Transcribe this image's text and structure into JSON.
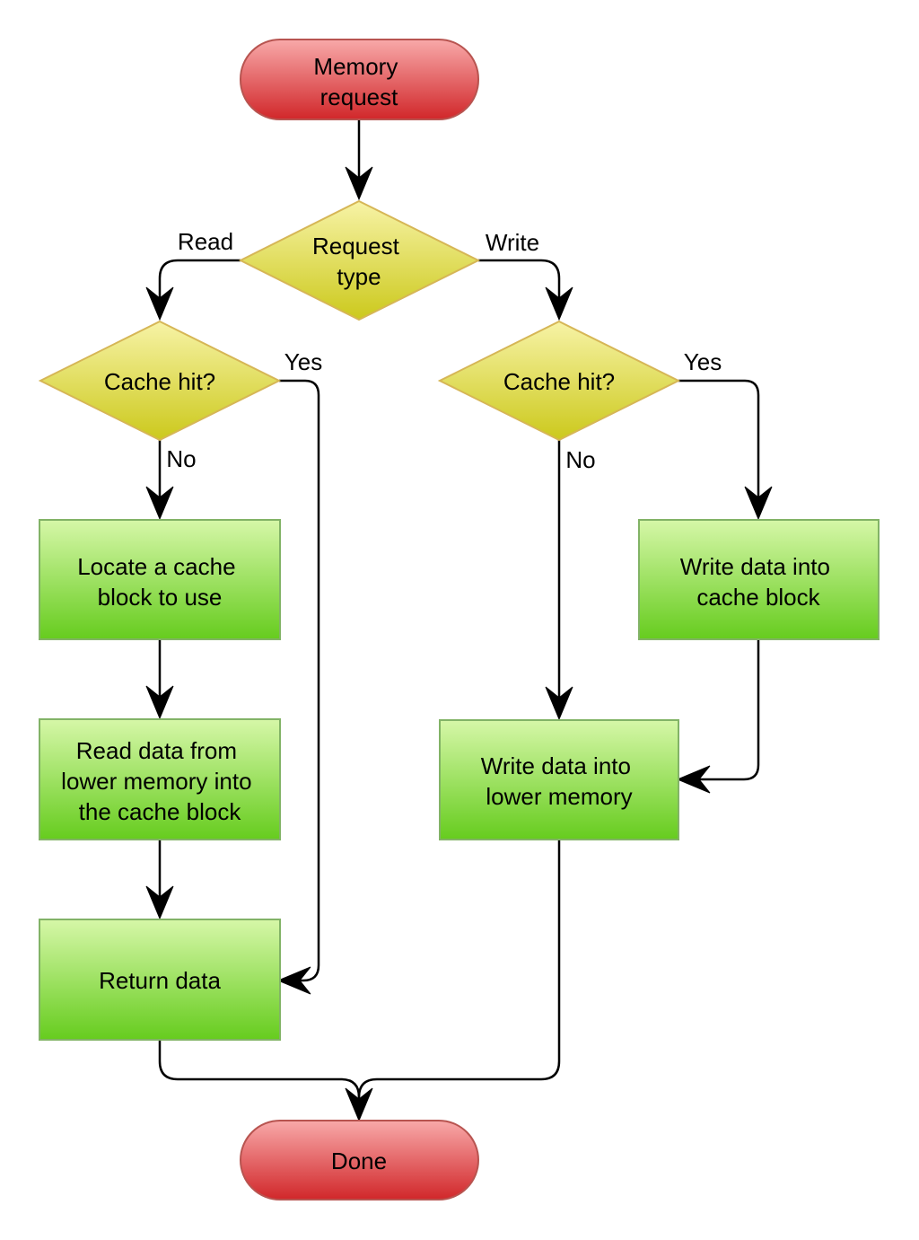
{
  "nodes": {
    "start": {
      "label": [
        "Memory",
        "request"
      ],
      "shape": "terminal"
    },
    "request_type": {
      "label": [
        "Request",
        "type"
      ],
      "shape": "decision"
    },
    "read_cache_hit": {
      "label": [
        "Cache hit?"
      ],
      "shape": "decision"
    },
    "write_cache_hit": {
      "label": [
        "Cache hit?"
      ],
      "shape": "decision"
    },
    "locate_block": {
      "label": [
        "Locate a cache",
        "block to use"
      ],
      "shape": "process"
    },
    "read_lower": {
      "label": [
        "Read data from",
        "lower memory into",
        "the cache block"
      ],
      "shape": "process"
    },
    "return_data": {
      "label": [
        "Return data"
      ],
      "shape": "process"
    },
    "write_cache_block": {
      "label": [
        "Write data into",
        "cache block"
      ],
      "shape": "process"
    },
    "write_lower": {
      "label": [
        "Write data into",
        "lower memory"
      ],
      "shape": "process"
    },
    "done": {
      "label": [
        "Done"
      ],
      "shape": "terminal"
    }
  },
  "edge_labels": {
    "read": "Read",
    "write": "Write",
    "read_yes": "Yes",
    "read_no": "No",
    "write_yes": "Yes",
    "write_no": "No"
  },
  "colors": {
    "terminal_top": "#f8a9a9",
    "terminal_bottom": "#d1272a",
    "decision_top": "#f7f3a6",
    "decision_bottom": "#ccc91c",
    "process_top": "#d6f7a8",
    "process_bottom": "#66cc1e",
    "edge": "#000000"
  }
}
